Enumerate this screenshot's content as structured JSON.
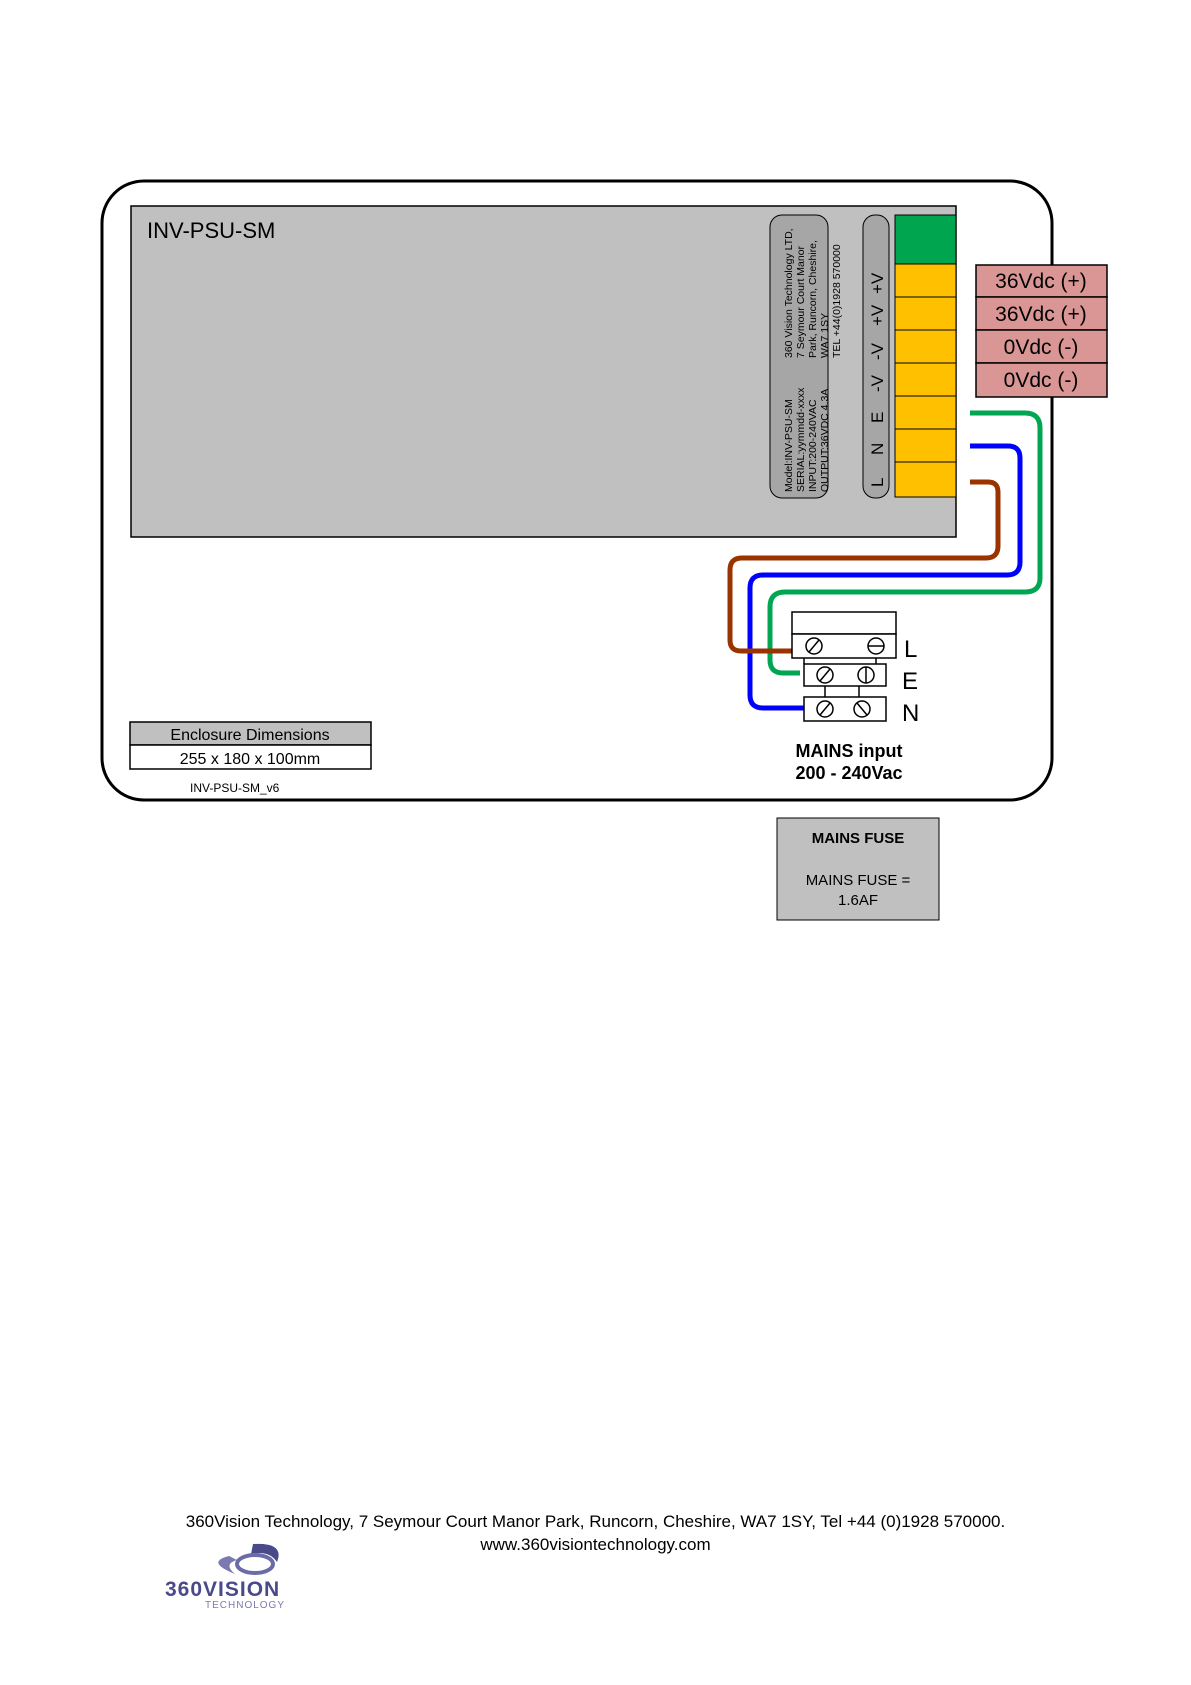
{
  "colors": {
    "enclosure_fill": "#c0c0c0",
    "terminal_ground": "#00a64f",
    "terminal_yellow": "#ffc000",
    "output_label_fill": "#d99694",
    "wire_green": "#00a651",
    "wire_blue": "#0000ff",
    "wire_brown": "#993300",
    "fuse_fill": "#c0c0c0"
  },
  "psu": {
    "title": "INV-PSU-SM",
    "label_lines": [
      "Model:INV-PSU-SM",
      "SERIAL:yymmdd-xxxx",
      "INPUT:200-240VAC",
      "OUTPUT:36VDC 4.3A",
      "360 Vision Technology LTD,",
      "7 Seymour Court Manor",
      "Park, Runcorn, Cheshire,",
      "WA7 1SY",
      "TEL +44(0)1928 570000"
    ],
    "terminal_markings": [
      "L",
      "N",
      "E",
      "-V",
      "-V",
      "+V",
      "+V"
    ]
  },
  "outputs": [
    "36Vdc (+)",
    "36Vdc (+)",
    "0Vdc (-)",
    "0Vdc (-)"
  ],
  "mains_block": {
    "letters": [
      "L",
      "E",
      "N"
    ],
    "caption_line1": "MAINS input",
    "caption_line2": "200 - 240Vac"
  },
  "dimensions": {
    "header": "Enclosure Dimensions",
    "value": "255 x 180 x 100mm"
  },
  "drawing_ref": "INV-PSU-SM_v6",
  "fuse": {
    "title": "MAINS FUSE",
    "line1": "MAINS FUSE =",
    "line2": "1.6AF"
  },
  "footer": {
    "address": "360Vision Technology, 7 Seymour Court Manor Park, Runcorn, Cheshire, WA7 1SY, Tel +44 (0)1928 570000.",
    "website": "www.360visiontechnology.com"
  },
  "logo": {
    "wordmark": "360VISION",
    "tagline": "TECHNOLOGY"
  }
}
